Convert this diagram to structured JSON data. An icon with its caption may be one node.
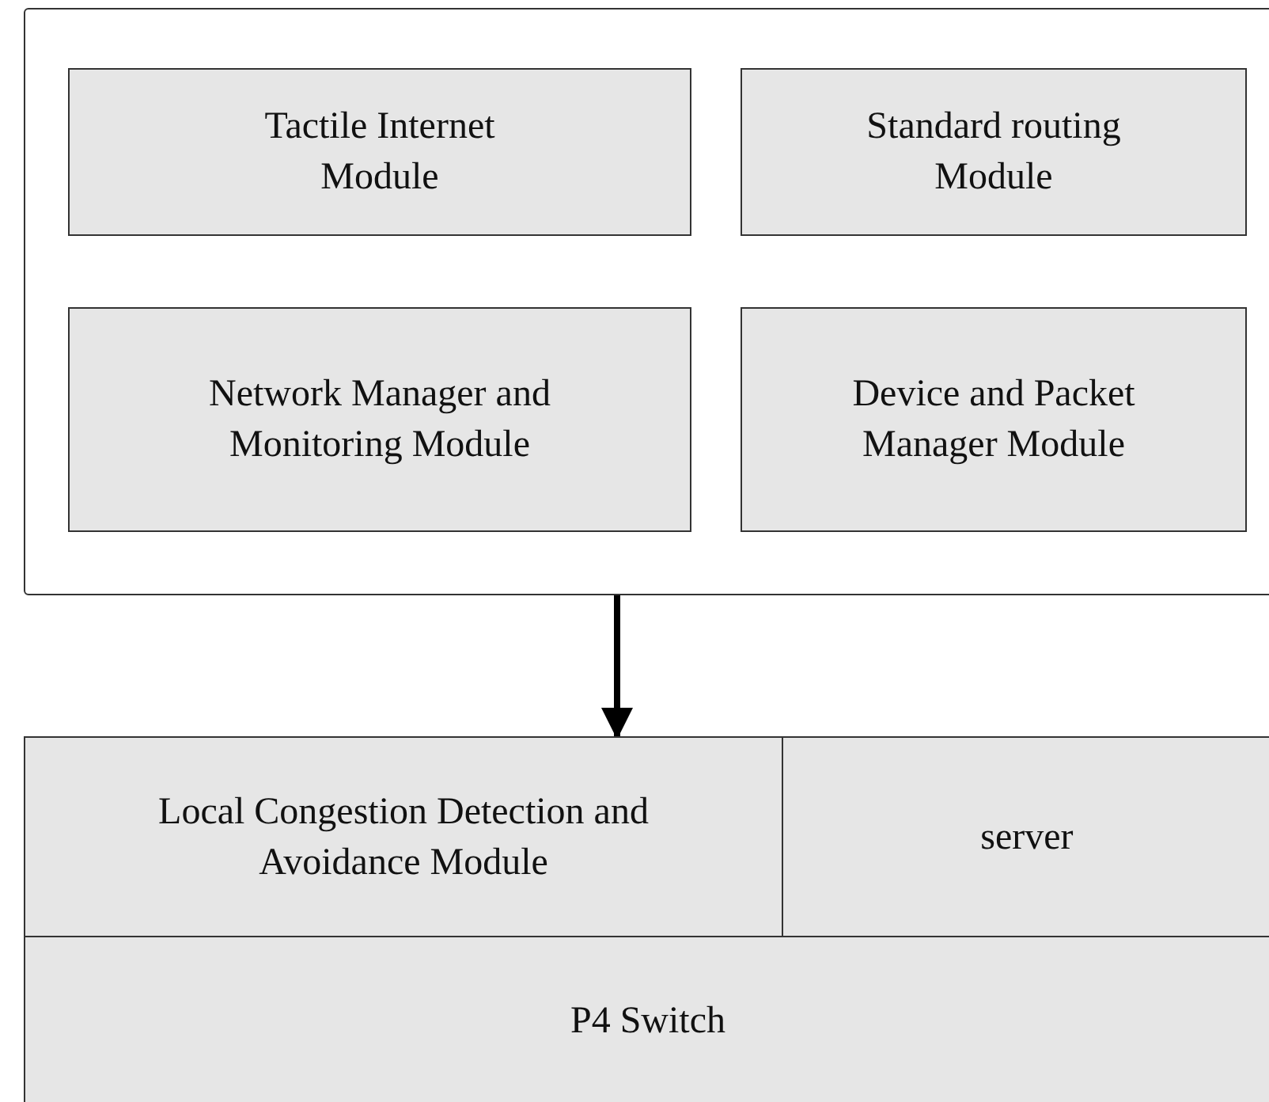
{
  "diagram": {
    "nodes": [
      {
        "text": [],
        "shape": "box"
      },
      {
        "text": [
          "Tactile Internet Module"
        ],
        "in": 0
      },
      {
        "text": [
          "Standard routing Module"
        ],
        "in": 0
      },
      {
        "text": [
          "Network Manager and Monitoring Module"
        ],
        "in": 0
      },
      {
        "text": [
          "Device and Packet Manager Module"
        ],
        "in": 0
      },
      {
        "text": [
          "Local Congestion Detection and Avoidance Module"
        ]
      },
      {
        "text": [
          "server"
        ]
      },
      {
        "text": [
          "P4 Switch"
        ]
      }
    ],
    "edges": [
      {
        "from": 0,
        "to": 5,
        "arrow": "to"
      }
    ]
  }
}
